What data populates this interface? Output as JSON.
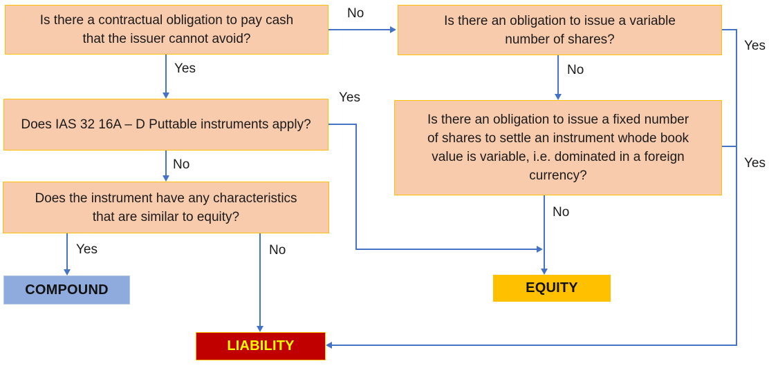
{
  "diagram": {
    "type": "flowchart",
    "topic": "IAS 32 liability vs equity classification decision tree"
  },
  "colors": {
    "question_fill": "#F8CBAD",
    "question_border": "#FFC000",
    "connector_blue": "#4472C4",
    "compound_fill": "#8FAADC",
    "equity_fill": "#FFC000",
    "liability_fill": "#C00000",
    "liability_text": "#FFFF00",
    "text": "#1a1a1a"
  },
  "nodes": {
    "q_cash": {
      "text": "Is there a contractual obligation to pay cash that the issuer cannot avoid?"
    },
    "q_variable_shares": {
      "text": "Is there an obligation to issue a variable number of shares?"
    },
    "q_puttable": {
      "text": "Does IAS 32 16A – D Puttable instruments apply?"
    },
    "q_fixed_shares": {
      "text": "Is there an obligation to issue a fixed number of shares to settle an instrument whode book value is variable, i.e. dominated in a foreign currency?"
    },
    "q_equity_characteristics": {
      "text": "Does the instrument have any characteristics that are similar to equity?"
    },
    "outcome_compound": {
      "text": "COMPOUND"
    },
    "outcome_equity": {
      "text": "EQUITY"
    },
    "outcome_liability": {
      "text": "LIABILITY"
    }
  },
  "edge_labels": {
    "cash_no": "No",
    "cash_yes": "Yes",
    "puttable_yes": "Yes",
    "puttable_no": "No",
    "characteristics_yes": "Yes",
    "characteristics_no": "No",
    "variable_no": "No",
    "variable_yes": "Yes",
    "fixed_no": "No",
    "fixed_yes": "Yes"
  }
}
